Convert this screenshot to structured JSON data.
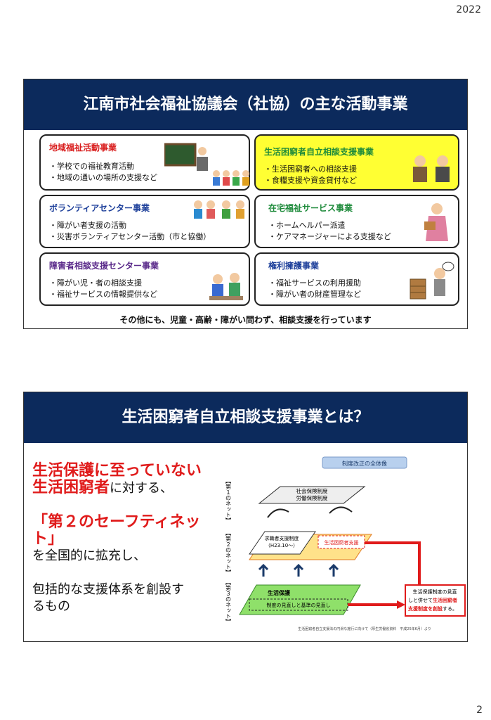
{
  "page": {
    "year": "2022",
    "number": "2"
  },
  "slide1": {
    "title": "江南市社会福祉協議会（社協）の主な活動事業",
    "boxes": [
      {
        "title": "地域福祉活動事業",
        "lines": [
          "・学校での福祉教育活動",
          "・地域の通いの場所の支援など"
        ]
      },
      {
        "title": "生活困窮者自立相談支援事業",
        "lines": [
          "・生活困窮者への相談支援",
          "・食糧支援や資金貸付など"
        ]
      },
      {
        "title": "ボランティアセンター事業",
        "lines": [
          "・障がい者支援の活動",
          "・災害ボランティアセンター活動（市と協働）"
        ]
      },
      {
        "title": "在宅福祉サービス事業",
        "lines": [
          "・ホームヘルパー派遣",
          "・ケアマネージャーによる支援など"
        ]
      },
      {
        "title": "障害者相談支援センター事業",
        "lines": [
          "・障がい児・者の相談支援",
          "・福祉サービスの情報提供など"
        ]
      },
      {
        "title": "権利擁護事業",
        "lines": [
          "・福祉サービスの利用援助",
          "・障がい者の財産管理など"
        ]
      }
    ],
    "footer": "その他にも、児童・高齢・障がい問わず、相談支援を行っています"
  },
  "slide2": {
    "title": "生活困窮者自立相談支援事業とは？",
    "red1a": "生活保護に至っていない",
    "red1b": "生活困窮者",
    "text1": "に対する、",
    "red2": "「第２のセーフティネット」",
    "text2": "を全国的に拡充し、",
    "text3a": "包括的な支援体系を創設す",
    "text3b": "るもの",
    "diagram": {
      "header": "制度改正の全体像",
      "net1": "【第１のネット】",
      "net2": "【第２のネット】",
      "net3": "【第３のネット】",
      "layer1_line1": "社会保険制度",
      "layer1_line2": "労働保険制度",
      "layer2_line1": "求職者支援制度",
      "layer2_line2": "（H23.10～）",
      "layer2_right": "生活困窮者支援",
      "layer3_title": "生活保護",
      "layer3_sub": "制度の見直しと基準の見直し",
      "callout_a": "生活保護制度の見直",
      "callout_b": "しと併せて",
      "callout_c": "生活困窮者",
      "callout_d": "支援制度を創設",
      "callout_e": "する。",
      "source": "生活困窮者自立支援法の円滑な施行に向けて（厚生労働省資料　平成25年6月）より"
    }
  },
  "colors": {
    "header_bg": "#0c2a5c",
    "accent_red": "#e01b1b",
    "highlight_yellow": "#ffff33"
  }
}
